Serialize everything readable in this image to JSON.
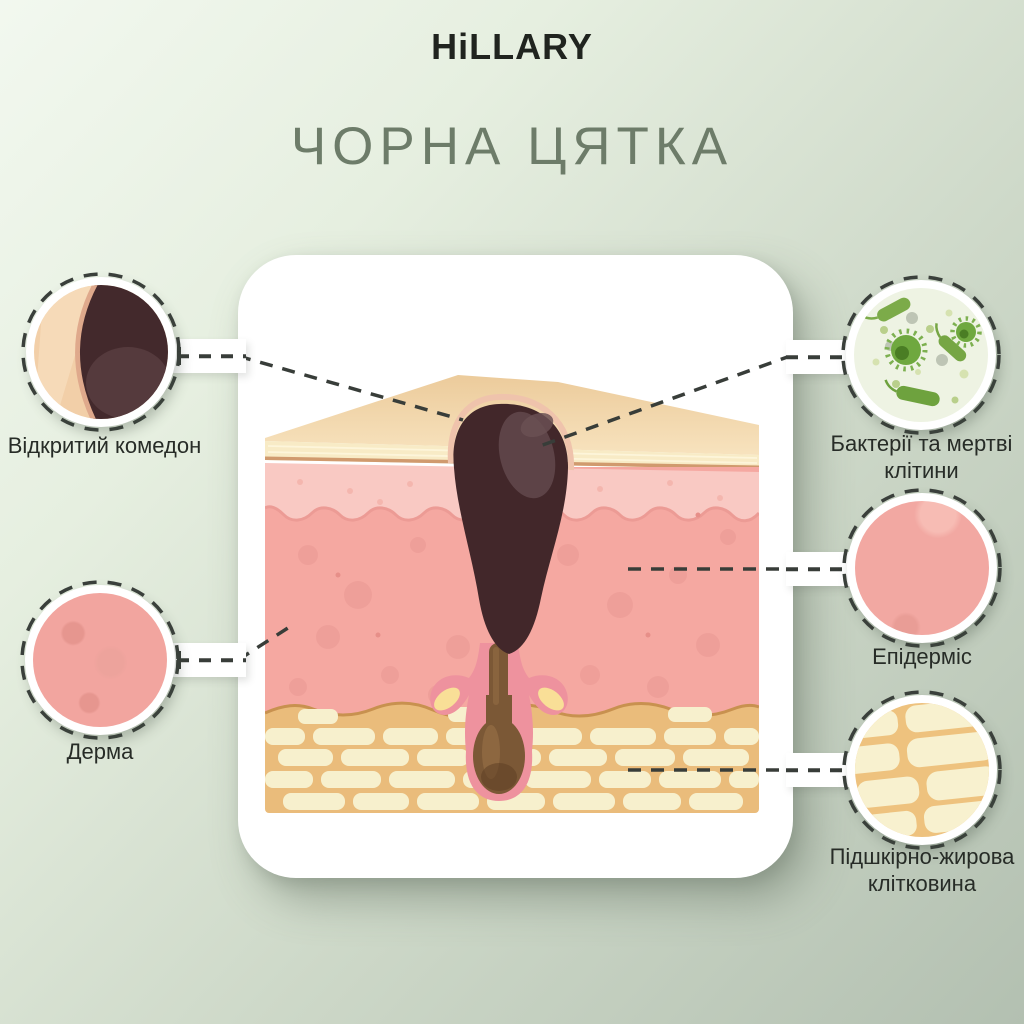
{
  "brand": {
    "name": "HiLLARY"
  },
  "title": "ЧОРНА ЦЯТКА",
  "callouts": {
    "open_comedone": {
      "label": "Відкритий комедон",
      "icon": "comedone-zoom-icon",
      "side": "left"
    },
    "derma": {
      "label": "Дерма",
      "icon": "dermis-zoom-icon",
      "side": "left"
    },
    "bacteria": {
      "label": "Бактерії та мертві клітини",
      "icon": "bacteria-icon",
      "side": "right"
    },
    "epidermis": {
      "label": "Епідерміс",
      "icon": "epidermis-zoom-icon",
      "side": "right"
    },
    "fat": {
      "label": "Підшкірно-жирова клітковина",
      "icon": "fat-cells-icon",
      "side": "right"
    }
  },
  "palette": {
    "background_top": "#f2f8ef",
    "background_bottom": "#b3c0b1",
    "logo": "#20241f",
    "title": "#6d7c69",
    "label": "#272c27",
    "dashed_line": "#383d39",
    "card": "#ffffff",
    "skin_surface": "#f3d8ab",
    "epidermis_band": "#f8ebc6",
    "dermis_light": "#f9c9c3",
    "dermis": "#f5a8a1",
    "fat_layer": "#eabc7b",
    "fat_cell": "#f7f0cd",
    "comedone_dark": "#42272a",
    "follicle_brown": "#7b5836",
    "sheath_pink": "#ee929e",
    "gland_yellow": "#f8da89",
    "bacteria_green": "#76a644"
  }
}
